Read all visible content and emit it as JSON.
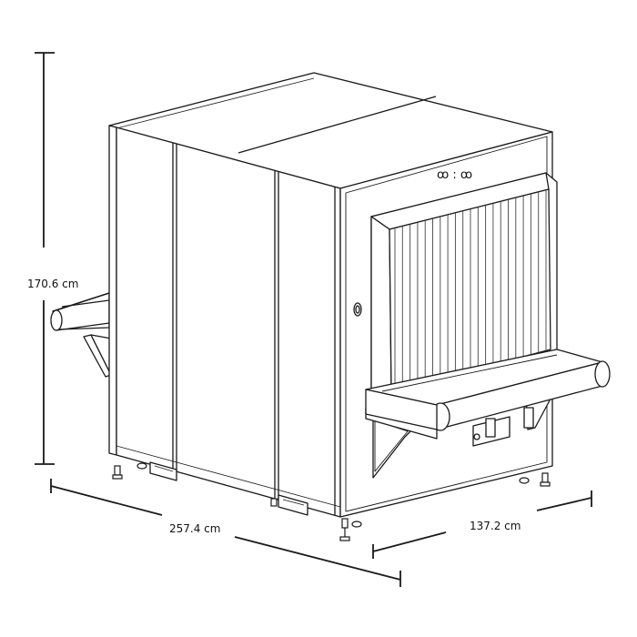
{
  "dimensions": {
    "height": "170.6 cm",
    "length": "257.4 cm",
    "depth": "137.2 cm"
  },
  "panel": {
    "symbols": "ꝏ : ꝏ"
  },
  "colors": {
    "line": "#1a1a1a",
    "fill": "#ffffff",
    "slat": "#444444",
    "shade": "#e8e8e8"
  }
}
